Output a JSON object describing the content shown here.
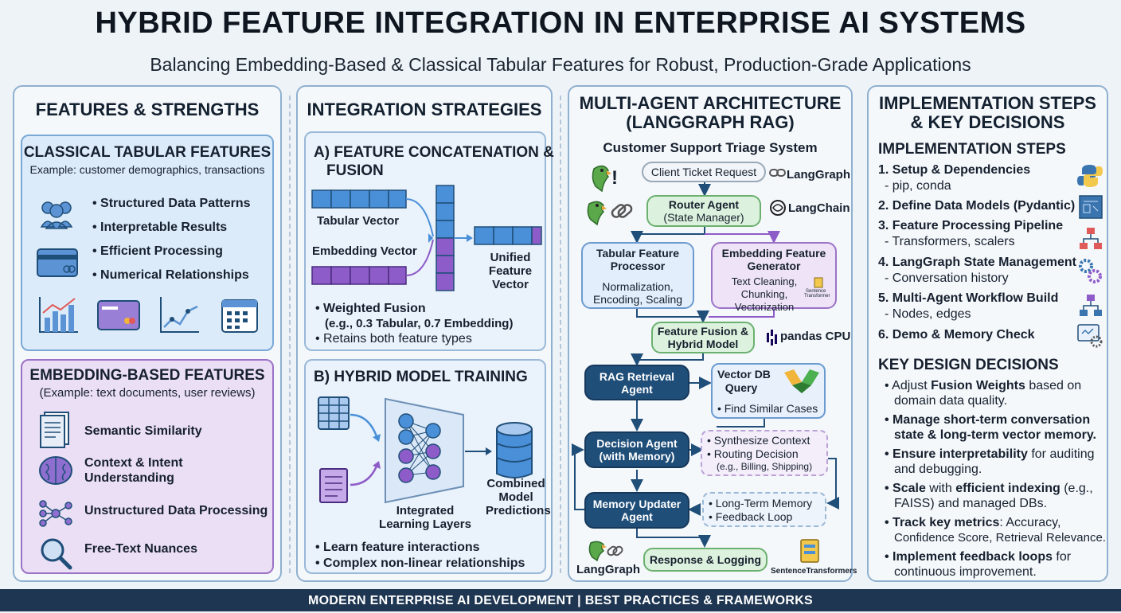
{
  "header": {
    "title": "HYBRID FEATURE INTEGRATION IN ENTERPRISE AI SYSTEMS",
    "subtitle": "Balancing Embedding-Based & Classical Tabular Features for Robust, Production-Grade Applications"
  },
  "col1": {
    "heading": "FEATURES & STRENGTHS",
    "tabular": {
      "title": "CLASSICAL TABULAR FEATURES",
      "example": "Example: customer demographics, transactions",
      "items": [
        "• Structured Data Patterns",
        "• Interpretable Results",
        "• Efficient Processing",
        "• Numerical Relationships"
      ]
    },
    "embedding": {
      "title": "EMBEDDING-BASED FEATURES",
      "example": "(Example: text documents, user reviews)",
      "items": [
        "Semantic Similarity",
        "Context & Intent",
        "Understanding",
        "Unstructured Data Processing",
        "Free-Text Nuances"
      ]
    }
  },
  "col2": {
    "heading": "INTEGRATION STRATEGIES",
    "a": {
      "title1": "A) FEATURE CONCATENATION &",
      "title2": "FUSION",
      "tabular_vector": "Tabular Vector",
      "embedding_vector": "Embedding Vector",
      "unified": [
        "Unified",
        "Feature",
        "Vector"
      ],
      "bullet1": "• Weighted Fusion",
      "bullet1b": "(e.g., 0.3 Tabular, 0.7 Embedding)",
      "bullet2": "• Retains both feature types"
    },
    "b": {
      "title": "B) HYBRID MODEL TRAINING",
      "layers": [
        "Integrated",
        "Learning Layers"
      ],
      "predictions": [
        "Combined",
        "Model",
        "Predictions"
      ],
      "bullet1": "• Learn feature interactions",
      "bullet2": "• Complex non-linear relationships"
    }
  },
  "col3": {
    "heading1": "MULTI-AGENT ARCHITECTURE",
    "heading2": "(LANGGRAPH RAG)",
    "system": "Customer Support Triage System",
    "client_ticket": "Client Ticket Request",
    "langgraph": "LangGraph",
    "langchain": "LangChain",
    "exclaim": "!",
    "router": [
      "Router Agent",
      "(State Manager)"
    ],
    "tabular_proc": [
      "Tabular Feature",
      "Processor"
    ],
    "tabular_proc_desc": [
      "Normalization,",
      "Encoding, Scaling"
    ],
    "embed_gen": [
      "Embedding Feature",
      "Generator"
    ],
    "embed_gen_desc": [
      "Text Cleaning,",
      "Chunking,",
      "Vectorization"
    ],
    "st_small": [
      "Sentence",
      "Transformer"
    ],
    "fusion": [
      "Feature Fusion &",
      "Hybrid Model"
    ],
    "pandas": "pandas CPU",
    "rag": [
      "RAG Retrieval",
      "Agent"
    ],
    "vectordb": [
      "Vector DB",
      "Query"
    ],
    "vectordb_item": "• Find Similar Cases",
    "decision": [
      "Decision Agent",
      "(with Memory)"
    ],
    "decision_items": [
      "• Synthesize Context",
      "• Routing Decision",
      "(e.g., Billing, Shipping)"
    ],
    "memory": [
      "Memory Updater",
      "Agent"
    ],
    "memory_items": [
      "• Long-Term Memory",
      "• Feedback Loop"
    ],
    "response": "Response & Logging",
    "langgraph_bottom": "LangGraph",
    "sentence_transformers": "SentenceTransformers"
  },
  "col4": {
    "heading1": "IMPLEMENTATION STEPS",
    "heading2": "& KEY DECISIONS",
    "steps_title": "IMPLEMENTATION STEPS",
    "steps": [
      {
        "title": "1. Setup & Dependencies",
        "sub": "- pip, conda"
      },
      {
        "title": "2. Define Data Models (Pydantic)",
        "sub": ""
      },
      {
        "title": "3. Feature Processing Pipeline",
        "sub": "- Transformers, scalers"
      },
      {
        "title": "4. LangGraph State Management",
        "sub": "- Conversation history"
      },
      {
        "title": "5. Multi-Agent Workflow Build",
        "sub": "- Nodes, edges"
      },
      {
        "title": "6. Demo & Memory Check",
        "sub": ""
      }
    ],
    "decisions_title": "KEY DESIGN DECISIONS",
    "decisions": [
      [
        "• Adjust ",
        "Fusion Weights",
        " based on",
        "domain data quality."
      ],
      [
        "• Manage short-term conversation",
        "state & long-term vector memory."
      ],
      [
        "• Ensure interpretability",
        " for auditing",
        "and debugging."
      ],
      [
        "• Scale",
        " with ",
        "efficient indexing",
        " (e.g.,",
        "FAISS) and managed DBs."
      ],
      [
        "• Track key metrics",
        ": Accuracy,",
        "Confidence Score, Retrieval Relevance."
      ],
      [
        "• Implement feedback loops",
        " for",
        "continuous improvement."
      ]
    ]
  },
  "footer": "MODERN ENTERPRISE AI DEVELOPMENT | BEST PRACTICES & FRAMEWORKS",
  "colors": {
    "dark_node": "#1f4e79",
    "green_node": "#ddf2de",
    "blue_vec": "#4a90d9",
    "purple_vec": "#8e5cc8"
  }
}
